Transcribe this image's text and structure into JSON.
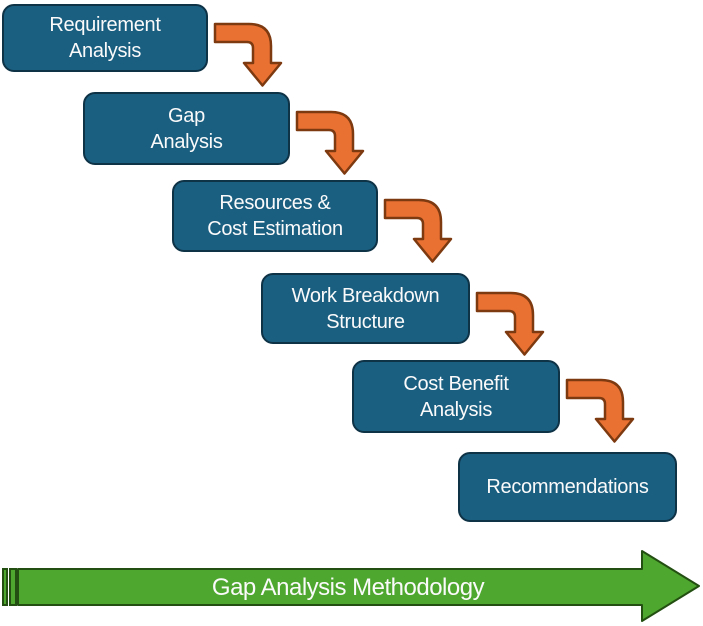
{
  "diagram": {
    "title": "Gap Analysis Methodology",
    "steps": [
      {
        "line1": "Requirement",
        "line2": "Analysis"
      },
      {
        "line1": "Gap",
        "line2": "Analysis"
      },
      {
        "line1": "Resources &",
        "line2": "Cost Estimation"
      },
      {
        "line1": "Work Breakdown",
        "line2": "Structure"
      },
      {
        "line1": "Cost Benefit",
        "line2": "Analysis"
      },
      {
        "line1": "Recommendations",
        "line2": ""
      }
    ],
    "colors": {
      "box_fill": "#1A5E80",
      "box_border": "#0E3246",
      "arrow_fill": "#E97132",
      "arrow_border": "#7D3910",
      "banner_fill": "#4EA72E",
      "banner_border": "#234F12",
      "text": "#FAFAFA"
    }
  }
}
